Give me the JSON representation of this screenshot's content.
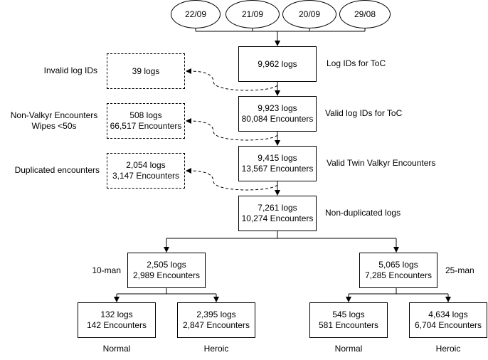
{
  "dates": [
    "22/09",
    "21/09",
    "20/09",
    "29/08"
  ],
  "main_flow": [
    {
      "lines": [
        "9,962 logs"
      ],
      "label": "Log IDs for ToC"
    },
    {
      "lines": [
        "9,923 logs",
        "80,084 Encounters"
      ],
      "label": "Valid log IDs for ToC"
    },
    {
      "lines": [
        "9,415 logs",
        "13,567 Encounters"
      ],
      "label": "Valid Twin Valkyr Encounters"
    },
    {
      "lines": [
        "7,261 logs",
        "10,274 Encounters"
      ],
      "label": "Non-duplicated logs"
    }
  ],
  "excluded": [
    {
      "lines": [
        "39 logs"
      ],
      "label": [
        "Invalid log IDs"
      ]
    },
    {
      "lines": [
        "508 logs",
        "66,517 Encounters"
      ],
      "label": [
        "Non-Valkyr Encounters",
        "Wipes <50s"
      ]
    },
    {
      "lines": [
        "2,054 logs",
        "3,147 Encounters"
      ],
      "label": [
        "Duplicated encounters"
      ]
    }
  ],
  "groups": [
    {
      "lines": [
        "2,505 logs",
        "2,989 Encounters"
      ],
      "label": "10-man"
    },
    {
      "lines": [
        "5,065 logs",
        "7,285 Encounters"
      ],
      "label": "25-man"
    }
  ],
  "leaves": [
    {
      "lines": [
        "132 logs",
        "142 Encounters"
      ],
      "label": "Normal"
    },
    {
      "lines": [
        "2,395 logs",
        "2,847 Encounters"
      ],
      "label": "Heroic"
    },
    {
      "lines": [
        "545 logs",
        "581 Encounters"
      ],
      "label": "Normal"
    },
    {
      "lines": [
        "4,634 logs",
        "6,704 Encounters"
      ],
      "label": "Heroic"
    }
  ]
}
